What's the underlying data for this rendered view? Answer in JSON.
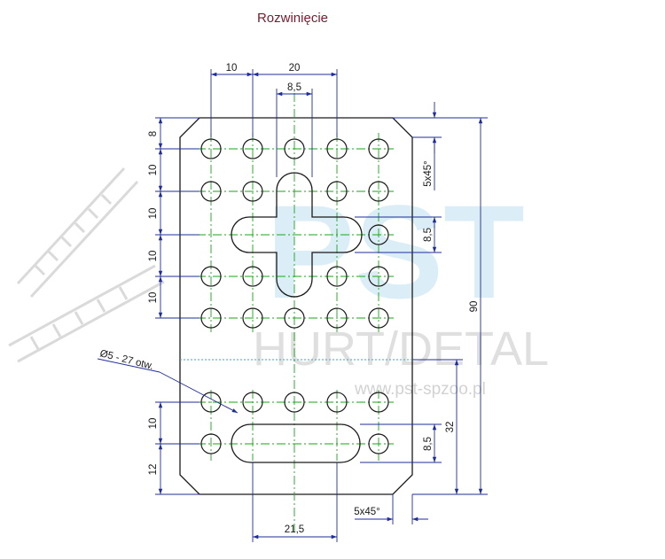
{
  "title": "Rozwinięcie",
  "watermark": {
    "logo": "PST",
    "subtitle": "HURT/DETAL",
    "url": "www.pst-spzoo.pl"
  },
  "dimensions": {
    "top_left_10": "10",
    "top_20": "20",
    "top_8_5": "8,5",
    "left_8": "8",
    "left_10_a": "10",
    "left_10_b": "10",
    "left_10_c": "10",
    "left_10_d": "10",
    "left_10_lower": "10",
    "left_12": "12",
    "chamfer_top": "5x45°",
    "right_8_5_top": "8,5",
    "right_8_5_bottom": "8,5",
    "right_90": "90",
    "right_32": "32",
    "bottom_21_5": "21,5",
    "chamfer_bottom": "5x45°",
    "holes_note": "Ø5 - 27 otw."
  },
  "colors": {
    "outline": "#1a1a1a",
    "dimension": "#1f2d9a",
    "center_line": "#1aa61a",
    "title": "#7b1a2e"
  }
}
